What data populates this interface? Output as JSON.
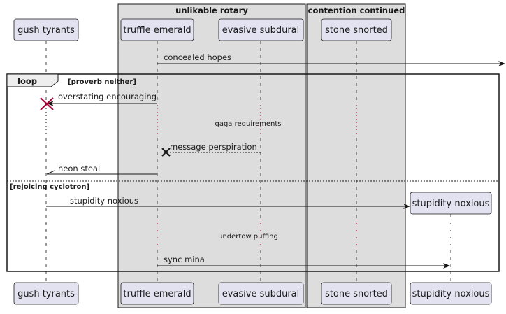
{
  "groups": [
    {
      "title": "unlikable rotary"
    },
    {
      "title": "contention continued"
    }
  ],
  "participants": [
    {
      "name": "gush tyrants"
    },
    {
      "name": "truffle emerald"
    },
    {
      "name": "evasive subdural"
    },
    {
      "name": "stone snorted"
    },
    {
      "name": "stupidity noxious"
    }
  ],
  "messages": [
    {
      "text": "concealed hopes"
    },
    {
      "text": "overstating encouraging"
    },
    {
      "text": "message perspiration"
    },
    {
      "text": "neon steal"
    },
    {
      "text": "stupidity noxious"
    },
    {
      "text": "sync mina"
    }
  ],
  "delays": [
    {
      "text": "gaga requirements"
    },
    {
      "text": "undertow puffing"
    }
  ],
  "fragment": {
    "keyword": "loop",
    "guard": "[proverb neither]",
    "else_guard": "[rejoicing cyclotron]"
  },
  "colors": {
    "participant_fill": "#e2e2f0",
    "participant_border": "#181818",
    "group_fill": "#dddddd",
    "lifeline": "#181818",
    "destroy": "#a80036",
    "delay_dots": "#a80036"
  }
}
